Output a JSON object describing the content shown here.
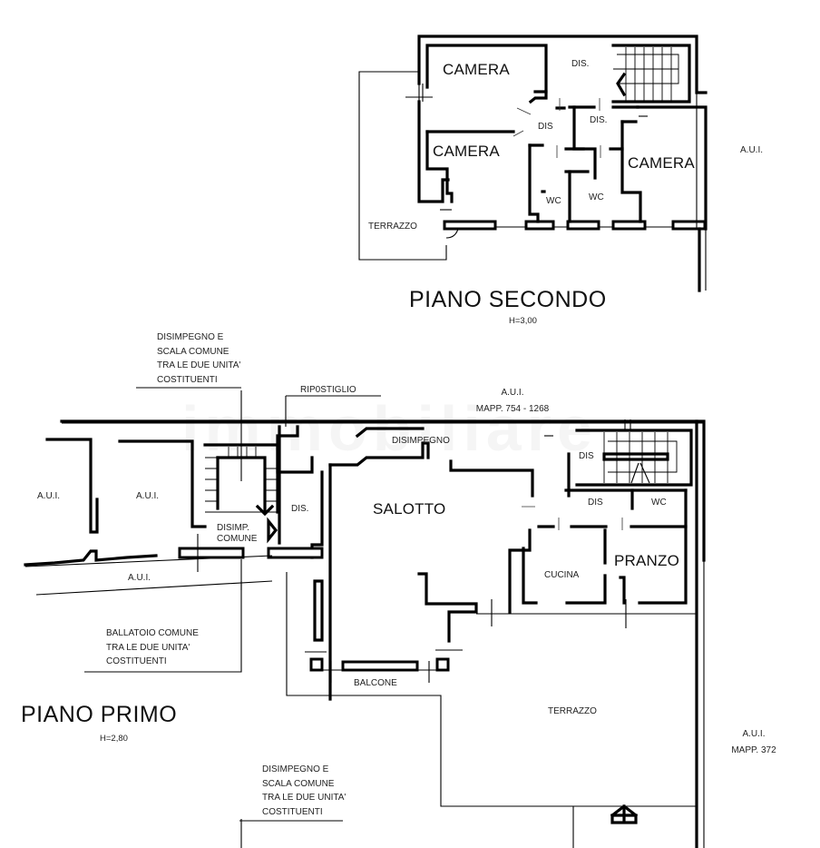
{
  "floors": [
    {
      "id": "piano-secondo",
      "title": "PIANO SECONDO",
      "height": "H=3,00",
      "rooms": [
        {
          "id": "camera-1",
          "label": "CAMERA"
        },
        {
          "id": "camera-2",
          "label": "CAMERA"
        },
        {
          "id": "camera-3",
          "label": "CAMERA"
        },
        {
          "id": "dis-1",
          "label": "DIS."
        },
        {
          "id": "dis-2",
          "label": "DIS"
        },
        {
          "id": "dis-3",
          "label": "DIS."
        },
        {
          "id": "wc-1",
          "label": "WC"
        },
        {
          "id": "wc-2",
          "label": "WC"
        },
        {
          "id": "terrazzo",
          "label": "TERRAZZO"
        }
      ],
      "neighbors": [
        {
          "id": "aui-right",
          "label": "A.U.I."
        }
      ]
    },
    {
      "id": "piano-primo",
      "title": "PIANO PRIMO",
      "height": "H=2,80",
      "rooms": [
        {
          "id": "salotto",
          "label": "SALOTTO"
        },
        {
          "id": "pranzo",
          "label": "PRANZO"
        },
        {
          "id": "cucina",
          "label": "CUCINA"
        },
        {
          "id": "disimpegno",
          "label": "DISIMPEGNO"
        },
        {
          "id": "ripostiglio",
          "label": "RIP0STIGLIO"
        },
        {
          "id": "dis-stair",
          "label": "DIS"
        },
        {
          "id": "dis-kitchen",
          "label": "DIS"
        },
        {
          "id": "wc",
          "label": "WC"
        },
        {
          "id": "dis-left",
          "label": "DIS."
        },
        {
          "id": "disimp-comune",
          "label": "DISIMP.\nCOMUNE"
        },
        {
          "id": "balcone",
          "label": "BALCONE"
        },
        {
          "id": "terrazzo",
          "label": "TERRAZZO"
        }
      ],
      "neighbors": [
        {
          "id": "aui-top",
          "label": "A.U.I.\nMAPP. 754 - 1268"
        },
        {
          "id": "aui-far-left",
          "label": "A.U.I."
        },
        {
          "id": "aui-left",
          "label": "A.U.I."
        },
        {
          "id": "aui-bottom-left",
          "label": "A.U.I."
        },
        {
          "id": "aui-right",
          "label": "A.U.I.\nMAPP. 372"
        }
      ],
      "notes": [
        {
          "id": "scala-comune-top",
          "label": "DISIMPEGNO E\nSCALA COMUNE\nTRA LE DUE UNITA'\nCOSTITUENTI"
        },
        {
          "id": "ballatoio-comune",
          "label": "BALLATOIO COMUNE\nTRA LE DUE UNITA'\nCOSTITUENTI"
        },
        {
          "id": "scala-comune-bottom",
          "label": "DISIMPEGNO E\nSCALA COMUNE\nTRA LE DUE UNITA'\nCOSTITUENTI"
        }
      ]
    }
  ],
  "watermark": "immobiliare"
}
